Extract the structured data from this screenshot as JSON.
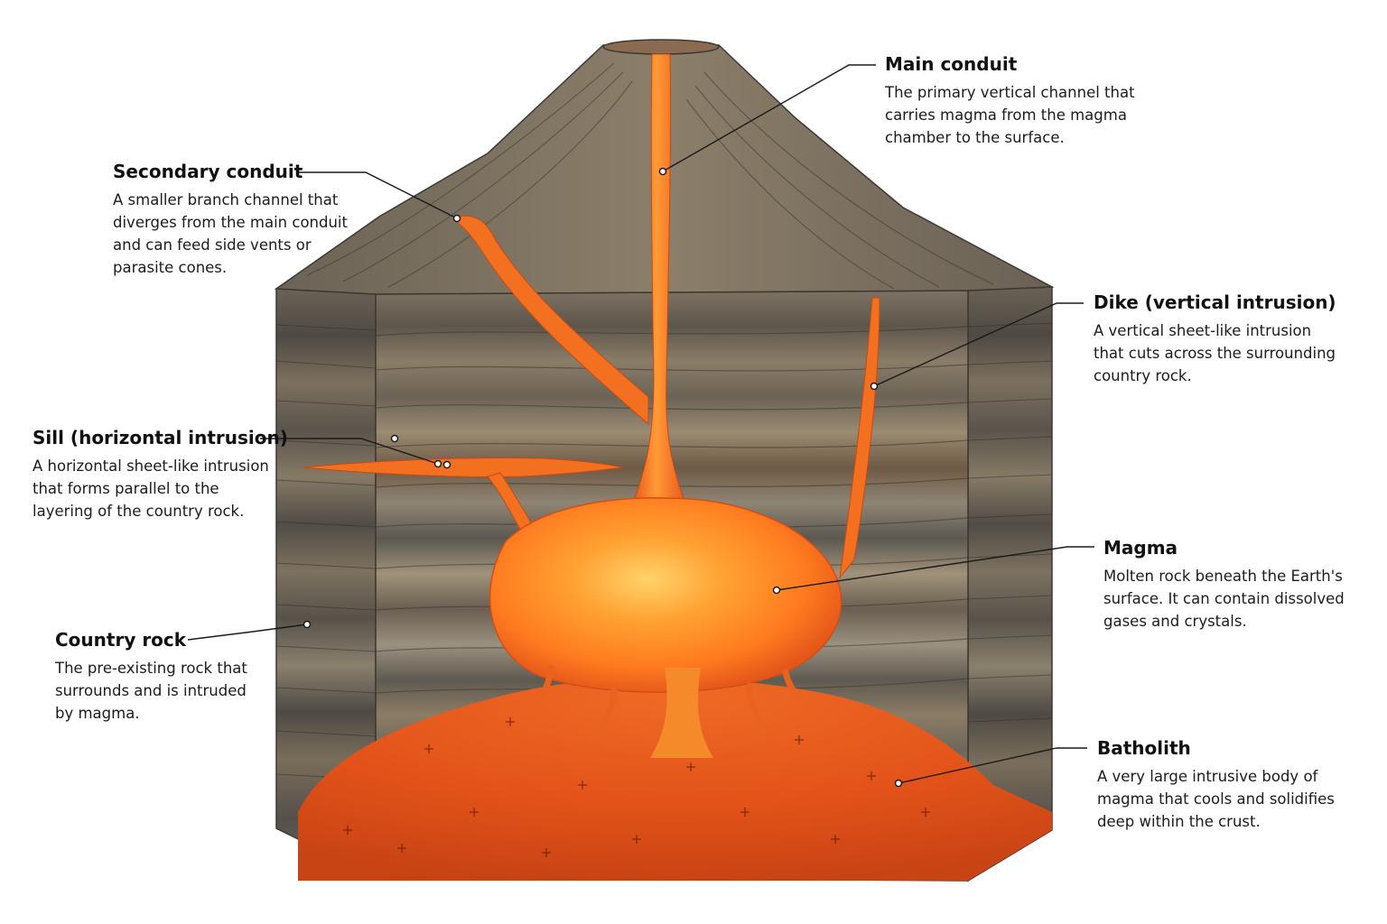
{
  "labels": {
    "main_conduit": {
      "title": "Main conduit",
      "desc": "The primary vertical channel that\ncarries magma from the magma\nchamber to the surface."
    },
    "secondary_conduit": {
      "title": "Secondary conduit",
      "desc": "A smaller branch channel that\ndiverges from the main conduit\nand can feed side vents or\nparasite cones."
    },
    "dike": {
      "title": "Dike (vertical intrusion)",
      "desc": "A vertical sheet-like intrusion\nthat cuts across the surrounding\ncountry rock."
    },
    "sill": {
      "title": "Sill (horizontal intrusion)",
      "desc": "A horizontal sheet-like intrusion\nthat forms parallel to the\nlayering of the country rock."
    },
    "magma": {
      "title": "Magma",
      "desc": "Molten rock beneath the Earth's\nsurface. It can contain dissolved\ngases and crystals."
    },
    "country_rock": {
      "title": "Country rock",
      "desc": "The pre-existing rock that\nsurrounds and is intruded\nby magma."
    },
    "batholith": {
      "title": "Batholith",
      "desc": "A very large intrusive body of\nmagma that cools and solidifies\ndeep within the crust."
    }
  },
  "colors": {
    "magma_core": "#ffb347",
    "magma_mid": "#ff7f24",
    "magma_edge": "#e0561a",
    "batholith": "#e85a1c",
    "rock_dark": "#5f574d",
    "rock_mid": "#8a7a64",
    "rock_light": "#a59a86",
    "leader_line": "#1a1a1a"
  }
}
